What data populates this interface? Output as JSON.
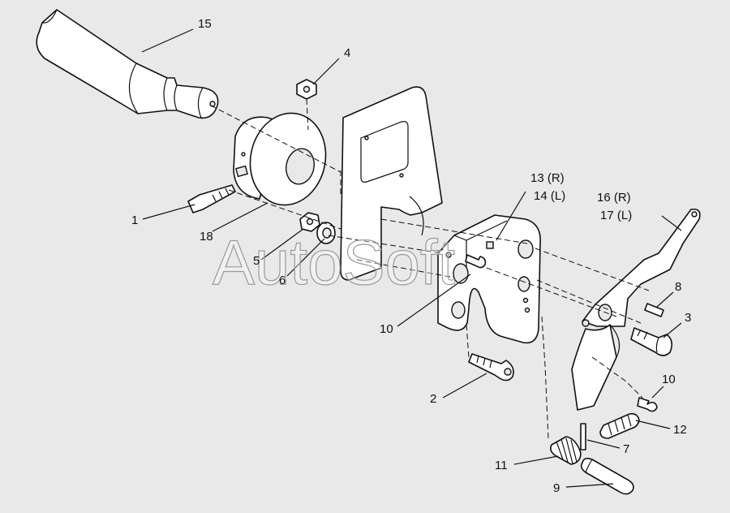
{
  "watermark": "AutoSoft",
  "callouts": [
    {
      "id": "c15",
      "text": "15"
    },
    {
      "id": "c4",
      "text": "4"
    },
    {
      "id": "c1",
      "text": "1"
    },
    {
      "id": "c18",
      "text": "18"
    },
    {
      "id": "c5",
      "text": "5"
    },
    {
      "id": "c6",
      "text": "6"
    },
    {
      "id": "c13",
      "text": "13 (R)"
    },
    {
      "id": "c14",
      "text": "14 (L)"
    },
    {
      "id": "c16",
      "text": "16 (R)"
    },
    {
      "id": "c17",
      "text": "17 (L)"
    },
    {
      "id": "c8",
      "text": "8"
    },
    {
      "id": "c3",
      "text": "3"
    },
    {
      "id": "c10a",
      "text": "10"
    },
    {
      "id": "c10b",
      "text": "10"
    },
    {
      "id": "c2",
      "text": "2"
    },
    {
      "id": "c12",
      "text": "12"
    },
    {
      "id": "c7",
      "text": "7"
    },
    {
      "id": "c11",
      "text": "11"
    },
    {
      "id": "c9",
      "text": "9"
    }
  ],
  "colors": {
    "background": "#e9e9e9",
    "line": "#111111",
    "part_fill": "#ffffff"
  }
}
